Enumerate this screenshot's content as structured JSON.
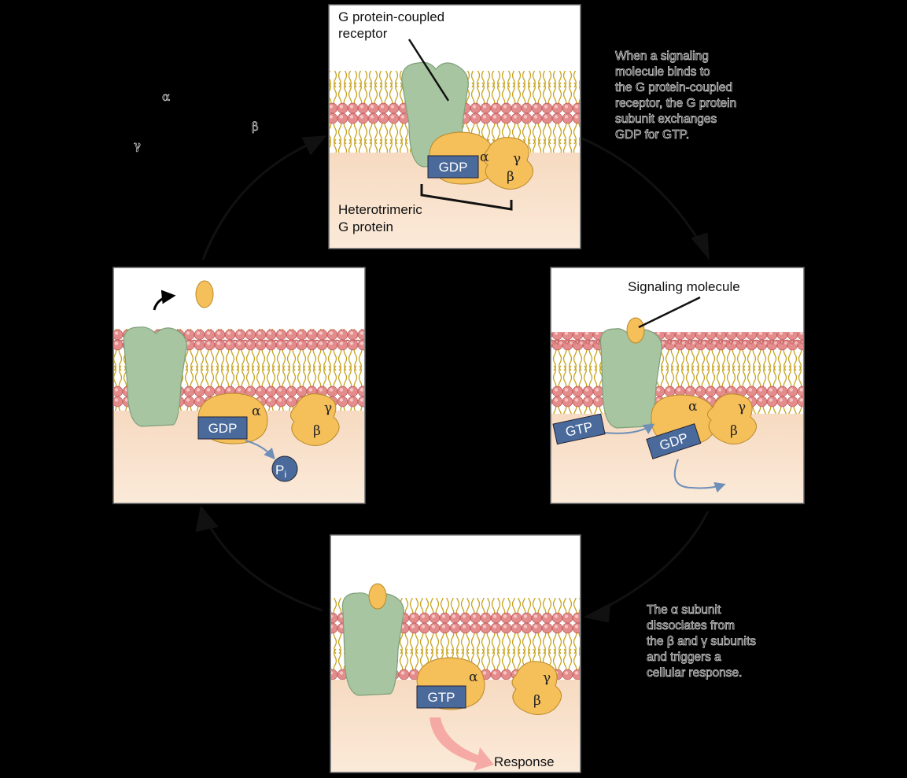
{
  "panels": {
    "top": {
      "receptor_label": [
        "G protein-coupled",
        "receptor"
      ],
      "gprotein_label": [
        "Heterotrimeric",
        "G protein"
      ],
      "nucleotide": "GDP"
    },
    "right": {
      "signal_label": "Signaling molecule",
      "gtp": "GTP",
      "gdp": "GDP"
    },
    "bottom": {
      "nucleotide": "GTP",
      "response_label": "Response"
    },
    "left": {
      "nucleotide": "GDP",
      "phosphate": "P",
      "phosphate_sub": "i"
    }
  },
  "subunits": {
    "alpha": "α",
    "beta": "β",
    "gamma": "γ"
  },
  "side_text": {
    "top_right": [
      "When a signaling",
      "molecule binds to",
      "the G protein-coupled",
      "receptor, the G protein",
      "subunit exchanges",
      "GDP for GTP."
    ],
    "bottom_right": [
      "The α subunit",
      "dissociates from",
      "the β and γ subunits",
      "and triggers a",
      "cellular response."
    ],
    "top_left": [
      "α",
      "β",
      "γ"
    ]
  },
  "colors": {
    "membrane_head": "#e98d8d",
    "receptor": "#a7c5a1",
    "gprotein": "#f5bf5a",
    "nucleotide_box": "#4a6a9b",
    "cytoplasm": "#f6dcc3"
  }
}
